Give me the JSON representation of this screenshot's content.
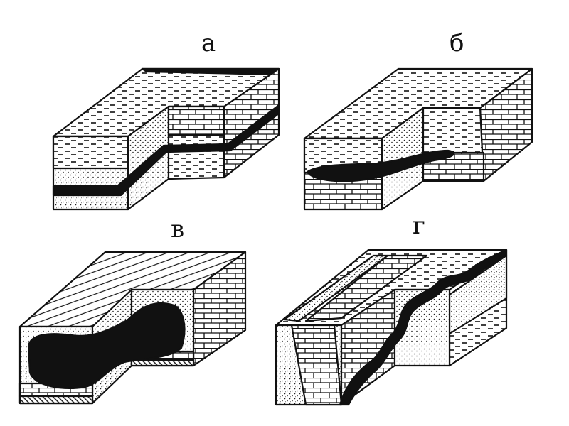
{
  "labels": {
    "a": "а",
    "b": "б",
    "v": "в",
    "g": "г"
  },
  "colors": {
    "ink": "#111111",
    "paper": "#ffffff"
  }
}
